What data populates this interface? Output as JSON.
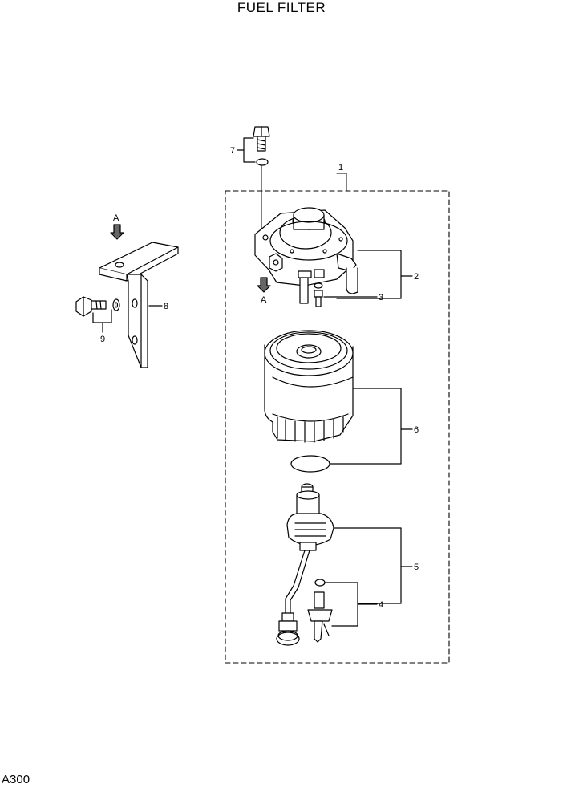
{
  "page": {
    "title": "FUEL FILTER",
    "code": "A300"
  },
  "callouts": {
    "n1": "1",
    "n2": "2",
    "n3": "3",
    "n4": "4",
    "n5": "5",
    "n6": "6",
    "n7": "7",
    "n8": "8",
    "n9": "9"
  },
  "view_markers": {
    "top": "A",
    "bottom": "A"
  }
}
